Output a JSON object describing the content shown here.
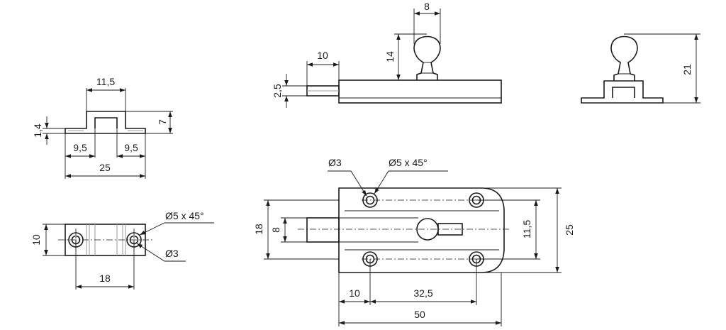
{
  "dimensions": {
    "top_width": "11,5",
    "thickness": "1,4",
    "height": "7",
    "flange_left": "9,5",
    "flange_right": "9,5",
    "keeper_length": "25",
    "keeper_height": "10",
    "keeper_hole_spacing": "18",
    "keeper_chamfer": "Ø5 x 45°",
    "keeper_hole": "Ø3",
    "knob_width": "8",
    "knob_height": "14",
    "bolt_extension": "10",
    "bolt_thickness": "2,5",
    "total_height": "21",
    "plate_hole": "Ø3",
    "plate_chamfer": "Ø5 x 45°",
    "bolt_width_outer": "18",
    "bolt_width_inner": "8",
    "hole_spacing_vertical": "11,5",
    "plate_width": "25",
    "bolt_offset": "10",
    "hole_spacing_horizontal": "32,5",
    "plate_length": "50"
  }
}
